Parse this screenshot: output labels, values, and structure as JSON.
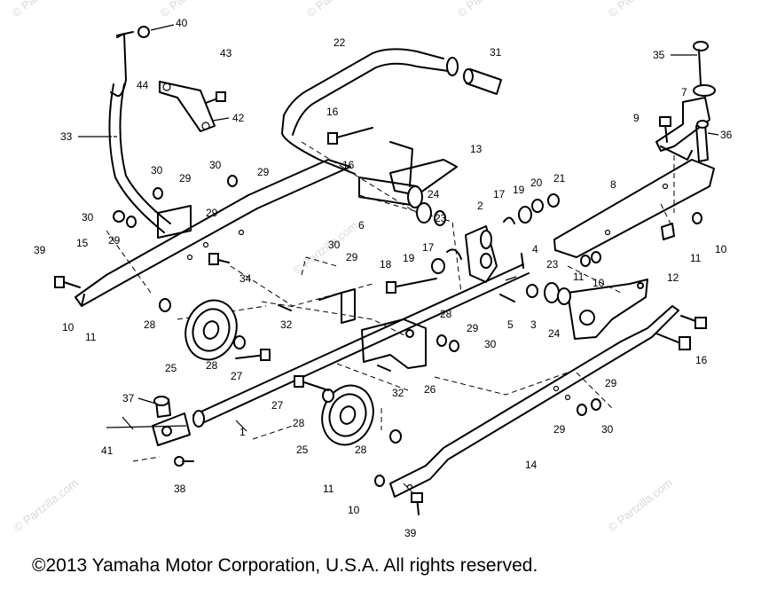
{
  "watermark": {
    "text": "© Partzilla.com"
  },
  "copyright": "©2013  Yamaha Motor Corporation, U.S.A. All rights reserved.",
  "callouts": [
    "1",
    "2",
    "3",
    "4",
    "5",
    "6",
    "7",
    "8",
    "9",
    "10",
    "11",
    "12",
    "13",
    "14",
    "15",
    "16",
    "17",
    "18",
    "19",
    "20",
    "21",
    "22",
    "23",
    "24",
    "25",
    "26",
    "27",
    "28",
    "29",
    "30",
    "31",
    "32",
    "33",
    "34",
    "35",
    "36",
    "37",
    "38",
    "39",
    "40",
    "41",
    "42",
    "43",
    "44"
  ]
}
